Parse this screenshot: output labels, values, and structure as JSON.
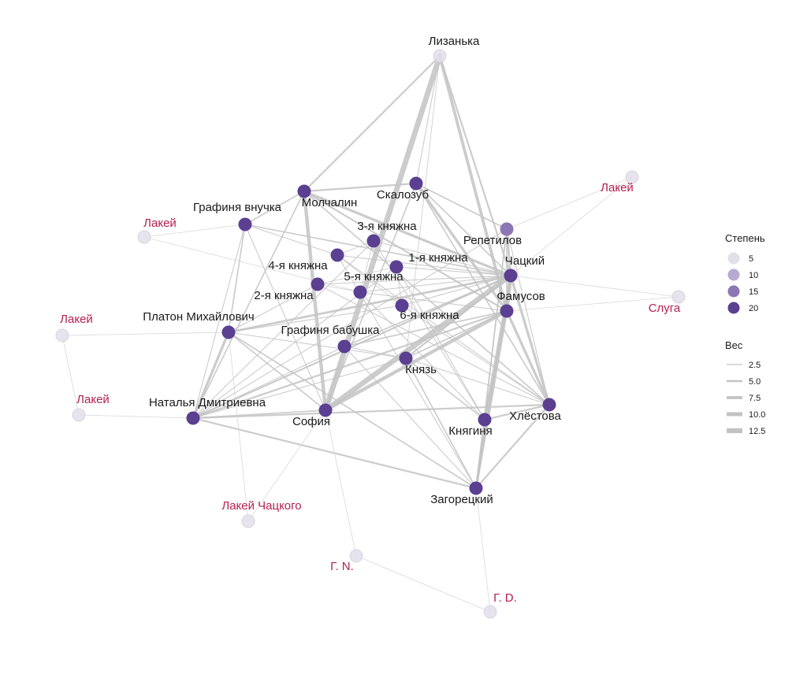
{
  "colors": {
    "edge": "#c3c3c3",
    "edge_light": "#d4d4d4",
    "edge_purple": "#c8b4d6",
    "node_main": "#5b3f91",
    "node_mid": "#8d76b4",
    "node_light": "#e3dfea",
    "node_stroke": "#d9d4e3",
    "label_main": "#1a1a1a",
    "label_servant": "#b5204f"
  },
  "nodes": [
    {
      "id": "lizanka",
      "label": "Лизанька",
      "level": "light",
      "group": "main"
    },
    {
      "id": "skalozub",
      "label": "Скалозуб",
      "level": "main",
      "group": "main"
    },
    {
      "id": "molchalin",
      "label": "Молчалин",
      "level": "main",
      "group": "main"
    },
    {
      "id": "grafinya_vnuchka",
      "label": "Графиня внучка",
      "level": "main",
      "group": "main"
    },
    {
      "id": "lakey1",
      "label": "Лакей",
      "level": "light",
      "group": "servant"
    },
    {
      "id": "lakey2",
      "label": "Лакей",
      "level": "light",
      "group": "servant"
    },
    {
      "id": "knyazhna3",
      "label": "3-я княжна",
      "level": "main",
      "group": "main"
    },
    {
      "id": "repetilov",
      "label": "Репетилов",
      "level": "mid",
      "group": "main"
    },
    {
      "id": "knyazhna1",
      "label": "1-я княжна",
      "level": "main",
      "group": "main"
    },
    {
      "id": "knyazhna4",
      "label": "4-я княжна",
      "level": "main",
      "group": "main"
    },
    {
      "id": "chatsky",
      "label": "Чацкий",
      "level": "main",
      "group": "main"
    },
    {
      "id": "knyazhna5",
      "label": "5-я княжна",
      "level": "main",
      "group": "main"
    },
    {
      "id": "knyazhna2",
      "label": "2-я княжна",
      "level": "main",
      "group": "main"
    },
    {
      "id": "famusov",
      "label": "Фамусов",
      "level": "main",
      "group": "main"
    },
    {
      "id": "sluga",
      "label": "Слуга",
      "level": "light",
      "group": "servant"
    },
    {
      "id": "knyazhna6",
      "label": "6-я княжна",
      "level": "main",
      "group": "main"
    },
    {
      "id": "lakey3",
      "label": "Лакей",
      "level": "light",
      "group": "servant"
    },
    {
      "id": "platon",
      "label": "Платон Михайлович",
      "level": "main",
      "group": "main"
    },
    {
      "id": "grafinya_babushka",
      "label": "Графиня бабушка",
      "level": "main",
      "group": "main"
    },
    {
      "id": "knyaz",
      "label": "Князь",
      "level": "main",
      "group": "main"
    },
    {
      "id": "lakey4",
      "label": "Лакей",
      "level": "light",
      "group": "servant"
    },
    {
      "id": "natalya",
      "label": "Наталья Дмитриевна",
      "level": "main",
      "group": "main"
    },
    {
      "id": "sofia",
      "label": "София",
      "level": "main",
      "group": "main"
    },
    {
      "id": "knyaginya",
      "label": "Княгиня",
      "level": "main",
      "group": "main"
    },
    {
      "id": "khlestova",
      "label": "Хлёстова",
      "level": "main",
      "group": "main"
    },
    {
      "id": "zagoretsky",
      "label": "Загорецкий",
      "level": "main",
      "group": "main"
    },
    {
      "id": "lakey_chatskogo",
      "label": "Лакей Чацкого",
      "level": "light",
      "group": "servant"
    },
    {
      "id": "gn",
      "label": "Г. N.",
      "level": "light",
      "group": "servant"
    },
    {
      "id": "gd",
      "label": "Г. D.",
      "level": "light",
      "group": "servant"
    }
  ],
  "edges": [
    [
      "lizanka",
      "sofia",
      12.5
    ],
    [
      "lizanka",
      "famusov",
      7
    ],
    [
      "lizanka",
      "molchalin",
      4
    ],
    [
      "lizanka",
      "chatsky",
      4
    ],
    [
      "lizanka",
      "skalozub",
      2
    ],
    [
      "lizanka",
      "knyaz",
      1.5
    ],
    [
      "sofia",
      "chatsky",
      12
    ],
    [
      "sofia",
      "molchalin",
      8
    ],
    [
      "famusov",
      "chatsky",
      9
    ],
    [
      "famusov",
      "skalozub",
      6
    ],
    [
      "famusov",
      "sofia",
      8
    ],
    [
      "molchalin",
      "chatsky",
      6
    ],
    [
      "chatsky",
      "repetilov",
      5
    ],
    [
      "chatsky",
      "khlestova",
      6
    ],
    [
      "chatsky",
      "platon",
      5
    ],
    [
      "chatsky",
      "natalya",
      4
    ],
    [
      "chatsky",
      "knyaginya",
      5
    ],
    [
      "chatsky",
      "zagoretsky",
      5
    ],
    [
      "famusov",
      "khlestova",
      6
    ],
    [
      "famusov",
      "knyaginya",
      5
    ],
    [
      "famusov",
      "zagoretsky",
      5
    ],
    [
      "famusov",
      "natalya",
      4
    ],
    [
      "khlestova",
      "zagoretsky",
      4
    ],
    [
      "khlestova",
      "knyaginya",
      4
    ],
    [
      "knyaginya",
      "zagoretsky",
      4
    ],
    [
      "natalya",
      "platon",
      6
    ],
    [
      "natalya",
      "khlestova",
      4
    ],
    [
      "natalya",
      "zagoretsky",
      4
    ],
    [
      "natalya",
      "sofia",
      3
    ],
    [
      "platon",
      "zagoretsky",
      3
    ],
    [
      "platon",
      "sofia",
      3
    ],
    [
      "molchalin",
      "khlestova",
      3
    ],
    [
      "molchalin",
      "grafinya_vnuchka",
      3
    ],
    [
      "molchalin",
      "skalozub",
      4
    ],
    [
      "molchalin",
      "natalya",
      3
    ],
    [
      "molchalin",
      "famusov",
      4
    ],
    [
      "skalozub",
      "chatsky",
      3
    ],
    [
      "skalozub",
      "repetilov",
      3
    ],
    [
      "skalozub",
      "khlestova",
      3
    ],
    [
      "skalozub",
      "sofia",
      3
    ],
    [
      "grafinya_vnuchka",
      "chatsky",
      3
    ],
    [
      "grafinya_vnuchka",
      "platon",
      3
    ],
    [
      "grafinya_vnuchka",
      "natalya",
      2
    ],
    [
      "grafinya_vnuchka",
      "sofia",
      2
    ],
    [
      "grafinya_vnuchka",
      "knyazhna4",
      2
    ],
    [
      "grafinya_babushka",
      "chatsky",
      3
    ],
    [
      "grafinya_babushka",
      "famusov",
      3
    ],
    [
      "grafinya_babushka",
      "knyaz",
      2
    ],
    [
      "grafinya_babushka",
      "sofia",
      2
    ],
    [
      "grafinya_babushka",
      "zagoretsky",
      2
    ],
    [
      "grafinya_babushka",
      "natalya",
      2
    ],
    [
      "knyaz",
      "chatsky",
      4
    ],
    [
      "knyaz",
      "famusov",
      3
    ],
    [
      "knyaz",
      "knyaginya",
      3
    ],
    [
      "knyaz",
      "natalya",
      2
    ],
    [
      "knyaz",
      "platon",
      2
    ],
    [
      "knyaz",
      "zagoretsky",
      3
    ],
    [
      "knyaz",
      "khlestova",
      2
    ],
    [
      "knyazhna1",
      "chatsky",
      2
    ],
    [
      "knyazhna1",
      "natalya",
      2
    ],
    [
      "knyazhna1",
      "knyaginya",
      2
    ],
    [
      "knyazhna2",
      "chatsky",
      2
    ],
    [
      "knyazhna2",
      "khlestova",
      2
    ],
    [
      "knyazhna2",
      "platon",
      2
    ],
    [
      "knyazhna3",
      "chatsky",
      2
    ],
    [
      "knyazhna3",
      "knyaginya",
      2
    ],
    [
      "knyazhna3",
      "natalya",
      2
    ],
    [
      "knyazhna4",
      "chatsky",
      2
    ],
    [
      "knyazhna4",
      "khlestova",
      2
    ],
    [
      "knyazhna4",
      "zagoretsky",
      2
    ],
    [
      "knyazhna5",
      "chatsky",
      2
    ],
    [
      "knyazhna5",
      "famusov",
      2
    ],
    [
      "knyazhna5",
      "knyaginya",
      2
    ],
    [
      "knyazhna6",
      "chatsky",
      2
    ],
    [
      "knyazhna6",
      "platon",
      2
    ],
    [
      "knyazhna6",
      "khlestova",
      2
    ],
    [
      "knyazhna1",
      "knyazhna2",
      1.5
    ],
    [
      "knyazhna3",
      "knyazhna5",
      1.5
    ],
    [
      "knyazhna4",
      "knyazhna6",
      1.5
    ],
    [
      "knyazhna1",
      "knyazhna6",
      1.5
    ],
    [
      "knyazhna2",
      "knyazhna5",
      1.5
    ],
    [
      "knyazhna3",
      "knyazhna4",
      1.5
    ],
    [
      "repetilov",
      "zagoretsky",
      3
    ],
    [
      "repetilov",
      "khlestova",
      2
    ],
    [
      "repetilov",
      "knyaginya",
      2
    ],
    [
      "repetilov",
      "famusov",
      3
    ],
    [
      "repetilov",
      "natalya",
      2
    ],
    [
      "lakey1",
      "grafinya_vnuchka",
      1
    ],
    [
      "lakey1",
      "knyazhna5",
      1
    ],
    [
      "lakey2",
      "repetilov",
      1
    ],
    [
      "lakey2",
      "chatsky",
      1
    ],
    [
      "sluga",
      "chatsky",
      1
    ],
    [
      "sluga",
      "famusov",
      1
    ],
    [
      "lakey3",
      "platon",
      1
    ],
    [
      "lakey3",
      "lakey4",
      1
    ],
    [
      "lakey4",
      "natalya",
      1
    ],
    [
      "lakey_chatskogo",
      "sofia",
      1
    ],
    [
      "lakey_chatskogo",
      "platon",
      1
    ],
    [
      "gn",
      "gd",
      1
    ],
    [
      "gn",
      "sofia",
      1
    ],
    [
      "gd",
      "zagoretsky",
      1
    ]
  ],
  "legend": {
    "degree_title": "Степень",
    "degree_items": [
      {
        "value": 5,
        "label": "5"
      },
      {
        "value": 10,
        "label": "10"
      },
      {
        "value": 15,
        "label": "15"
      },
      {
        "value": 20,
        "label": "20"
      }
    ],
    "weight_title": "Вес",
    "weight_items": [
      {
        "value": 2.5,
        "label": "2.5"
      },
      {
        "value": 5.0,
        "label": "5.0"
      },
      {
        "value": 7.5,
        "label": "7.5"
      },
      {
        "value": 10.0,
        "label": "10.0"
      },
      {
        "value": 12.5,
        "label": "12.5"
      }
    ]
  }
}
